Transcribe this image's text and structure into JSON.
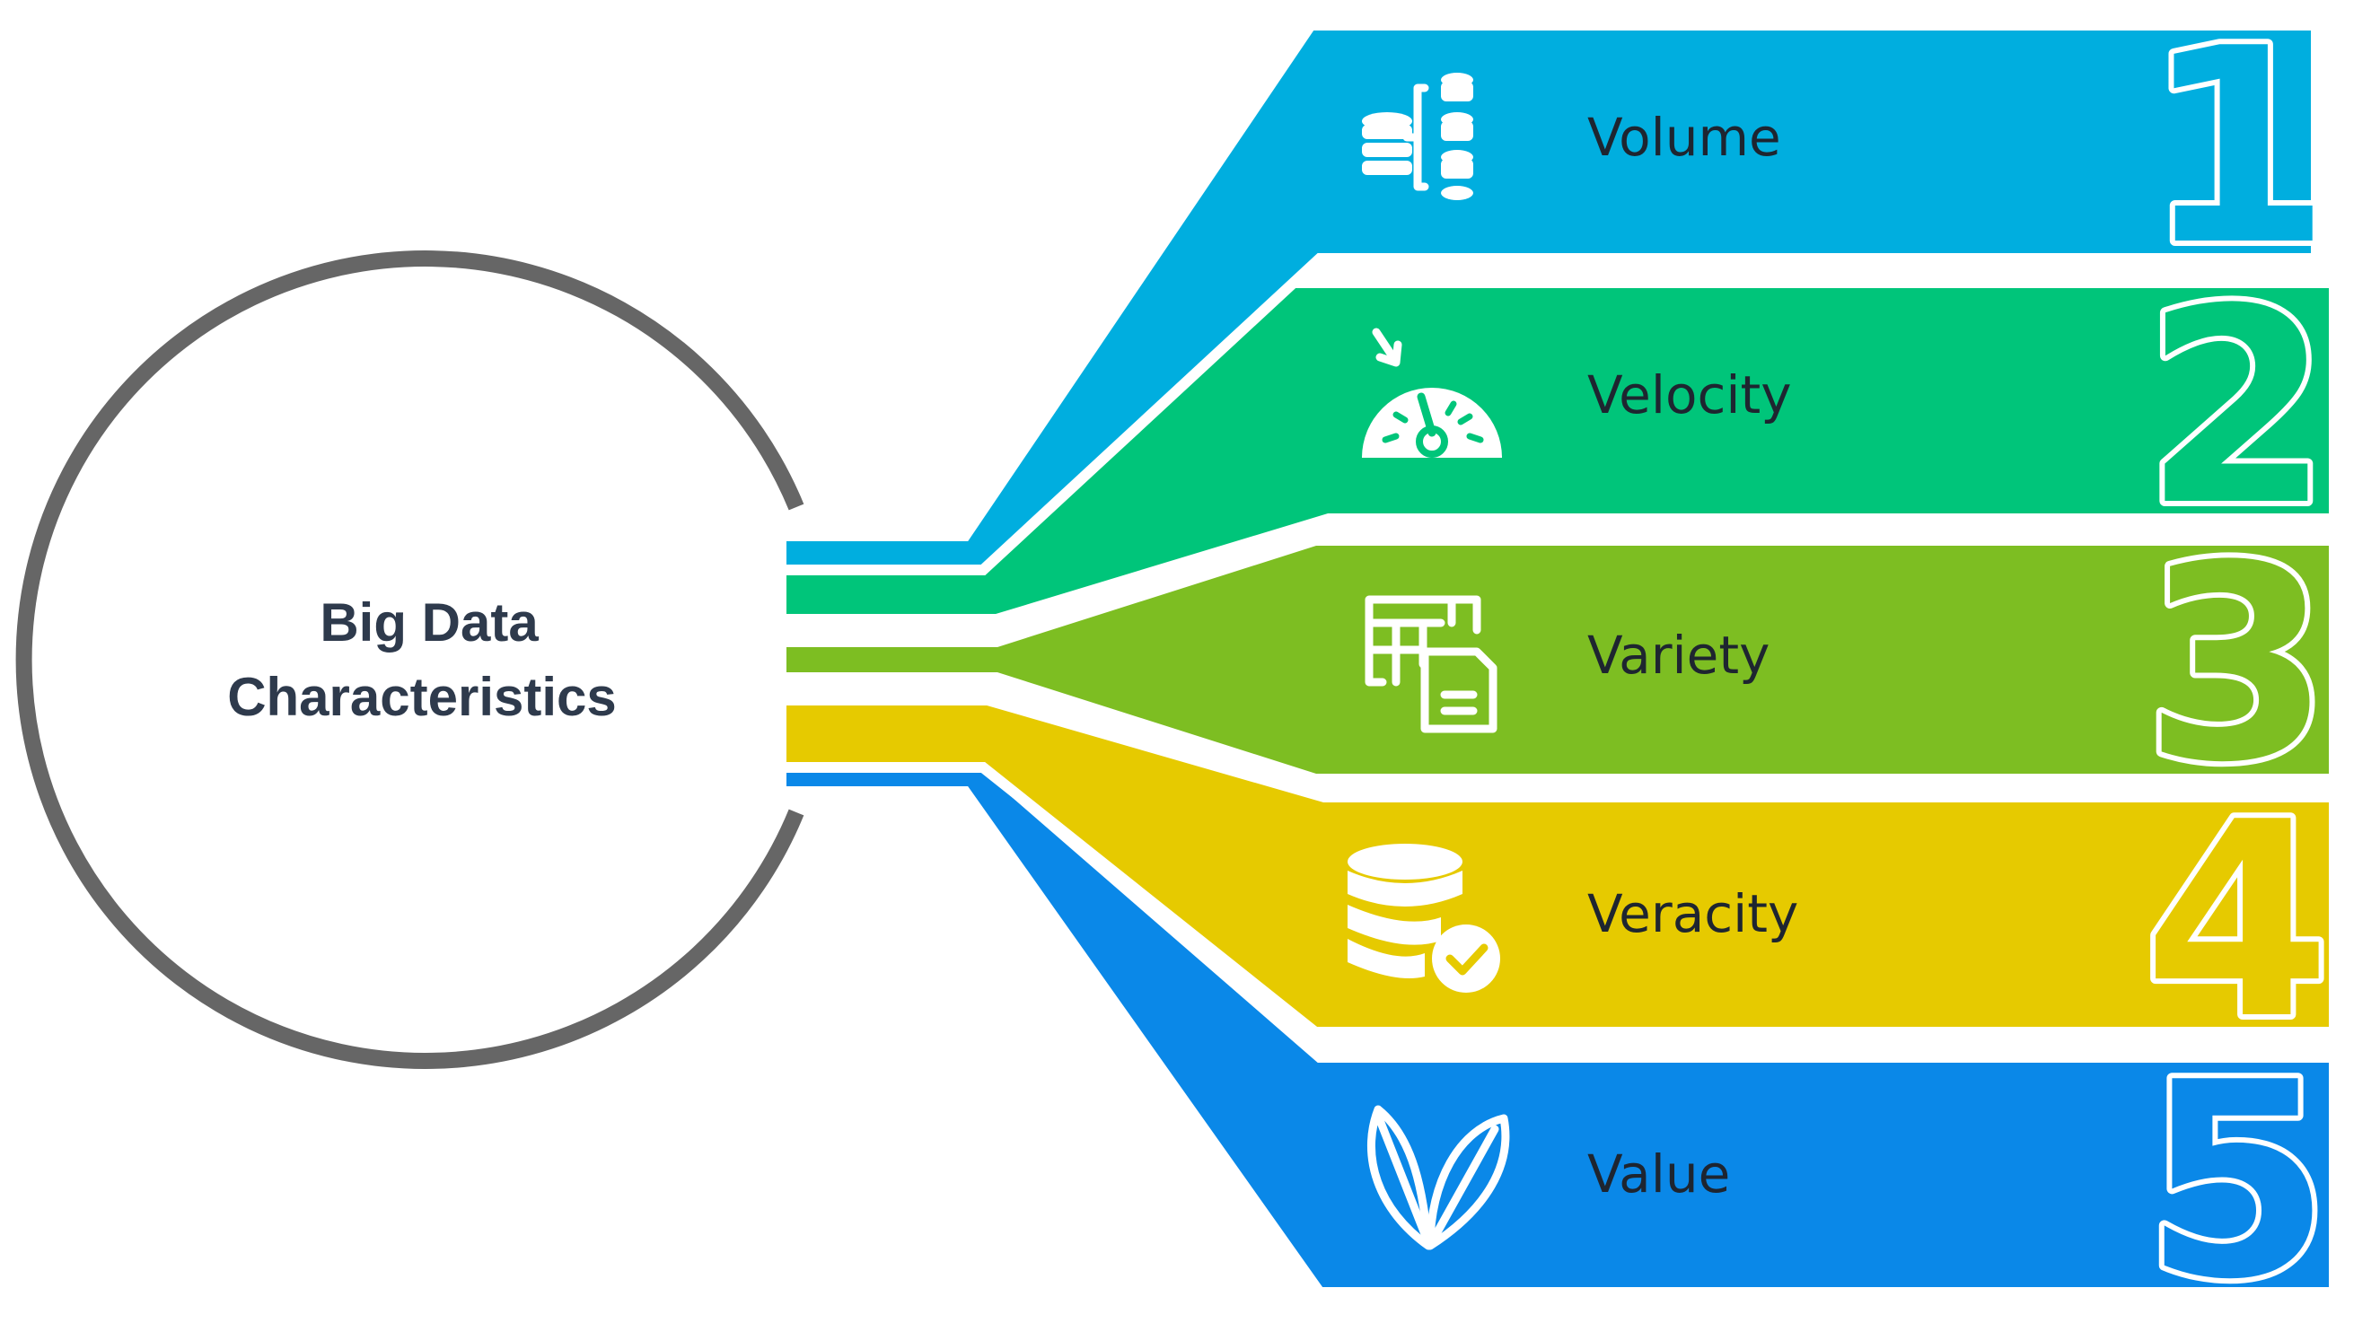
{
  "center": {
    "line1": "Big Data",
    "line2": "Characteristics",
    "ring_color": "#666666"
  },
  "bands": [
    {
      "number": "1",
      "label": "Volume",
      "icon": "database-stack-icon",
      "color": "#00AEDF"
    },
    {
      "number": "2",
      "label": "Velocity",
      "icon": "speedometer-icon",
      "color": "#00C57A"
    },
    {
      "number": "3",
      "label": "Variety",
      "icon": "table-document-icon",
      "color": "#7DBE22"
    },
    {
      "number": "4",
      "label": "Veracity",
      "icon": "database-check-icon",
      "color": "#E6CA00"
    },
    {
      "number": "5",
      "label": "Value",
      "icon": "leaf-icon",
      "color": "#0A88E8"
    }
  ]
}
